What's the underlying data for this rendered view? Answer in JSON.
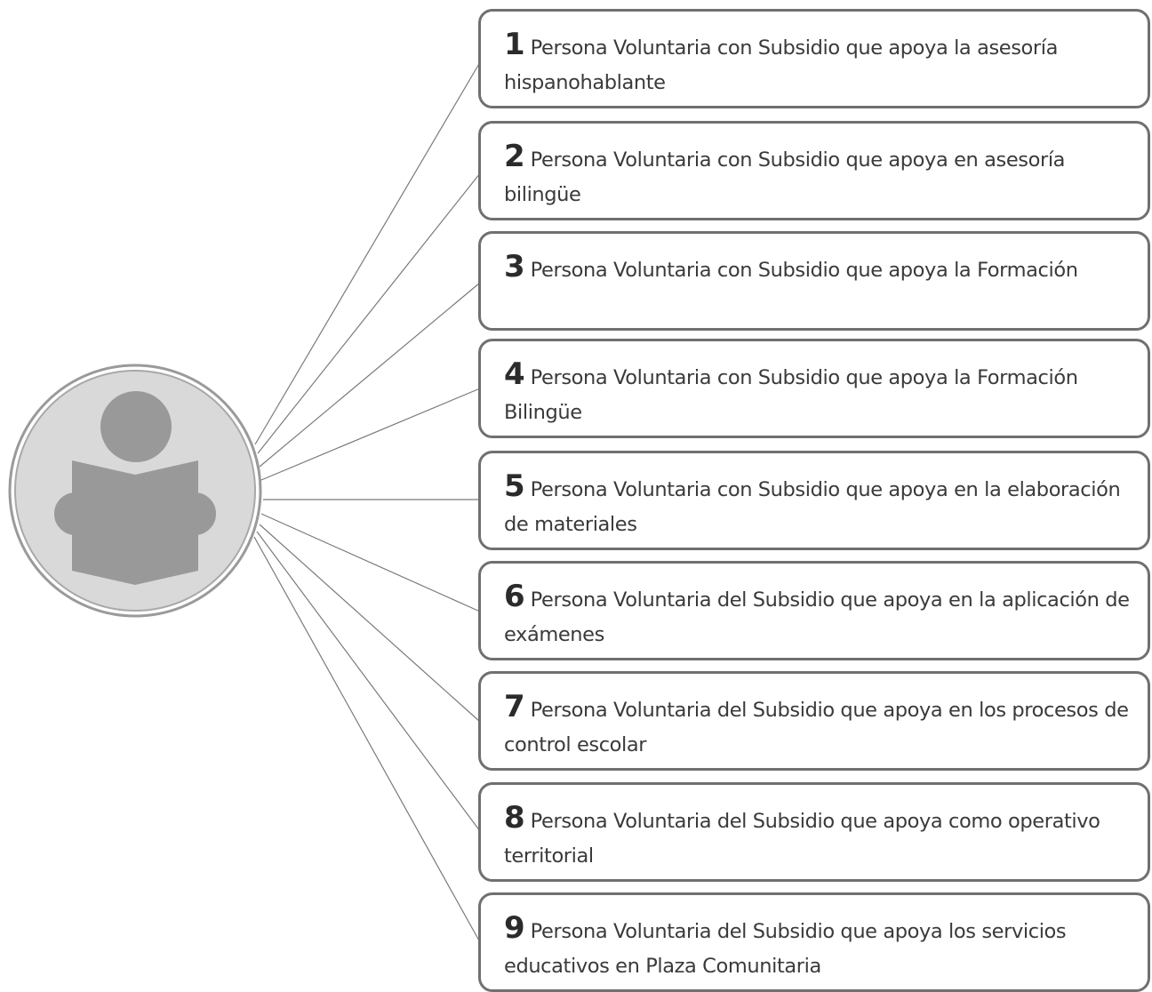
{
  "hub": {
    "icon": "person-reading-icon",
    "colors": {
      "fill": "#d9d9d9",
      "ring": "#9a9a9a",
      "figure": "#999999"
    }
  },
  "connector_color": "#7a7a7a",
  "items": [
    {
      "number": "1",
      "text": "Persona Voluntaria con Subsidio que apoya  la asesoría hispanohablante"
    },
    {
      "number": "2",
      "text": "Persona Voluntaria con Subsidio que apoya en asesoría bilingüe"
    },
    {
      "number": "3",
      "text": "Persona Voluntaria con Subsidio que apoya  la Formación"
    },
    {
      "number": "4",
      "text": "Persona Voluntaria con Subsidio que apoya la Formación Bilingüe"
    },
    {
      "number": "5",
      "text": "Persona Voluntaria con Subsidio que apoya en la elaboración de materiales"
    },
    {
      "number": "6",
      "text": "Persona Voluntaria del Subsidio que apoya en la aplicación de exámenes"
    },
    {
      "number": "7",
      "text": "Persona Voluntaria del Subsidio que apoya en los procesos de control escolar"
    },
    {
      "number": "8",
      "text": "Persona Voluntaria del Subsidio que apoya como operativo territorial"
    },
    {
      "number": "9",
      "text": "Persona Voluntaria del Subsidio que apoya los servicios educativos en Plaza Comunitaria"
    }
  ]
}
